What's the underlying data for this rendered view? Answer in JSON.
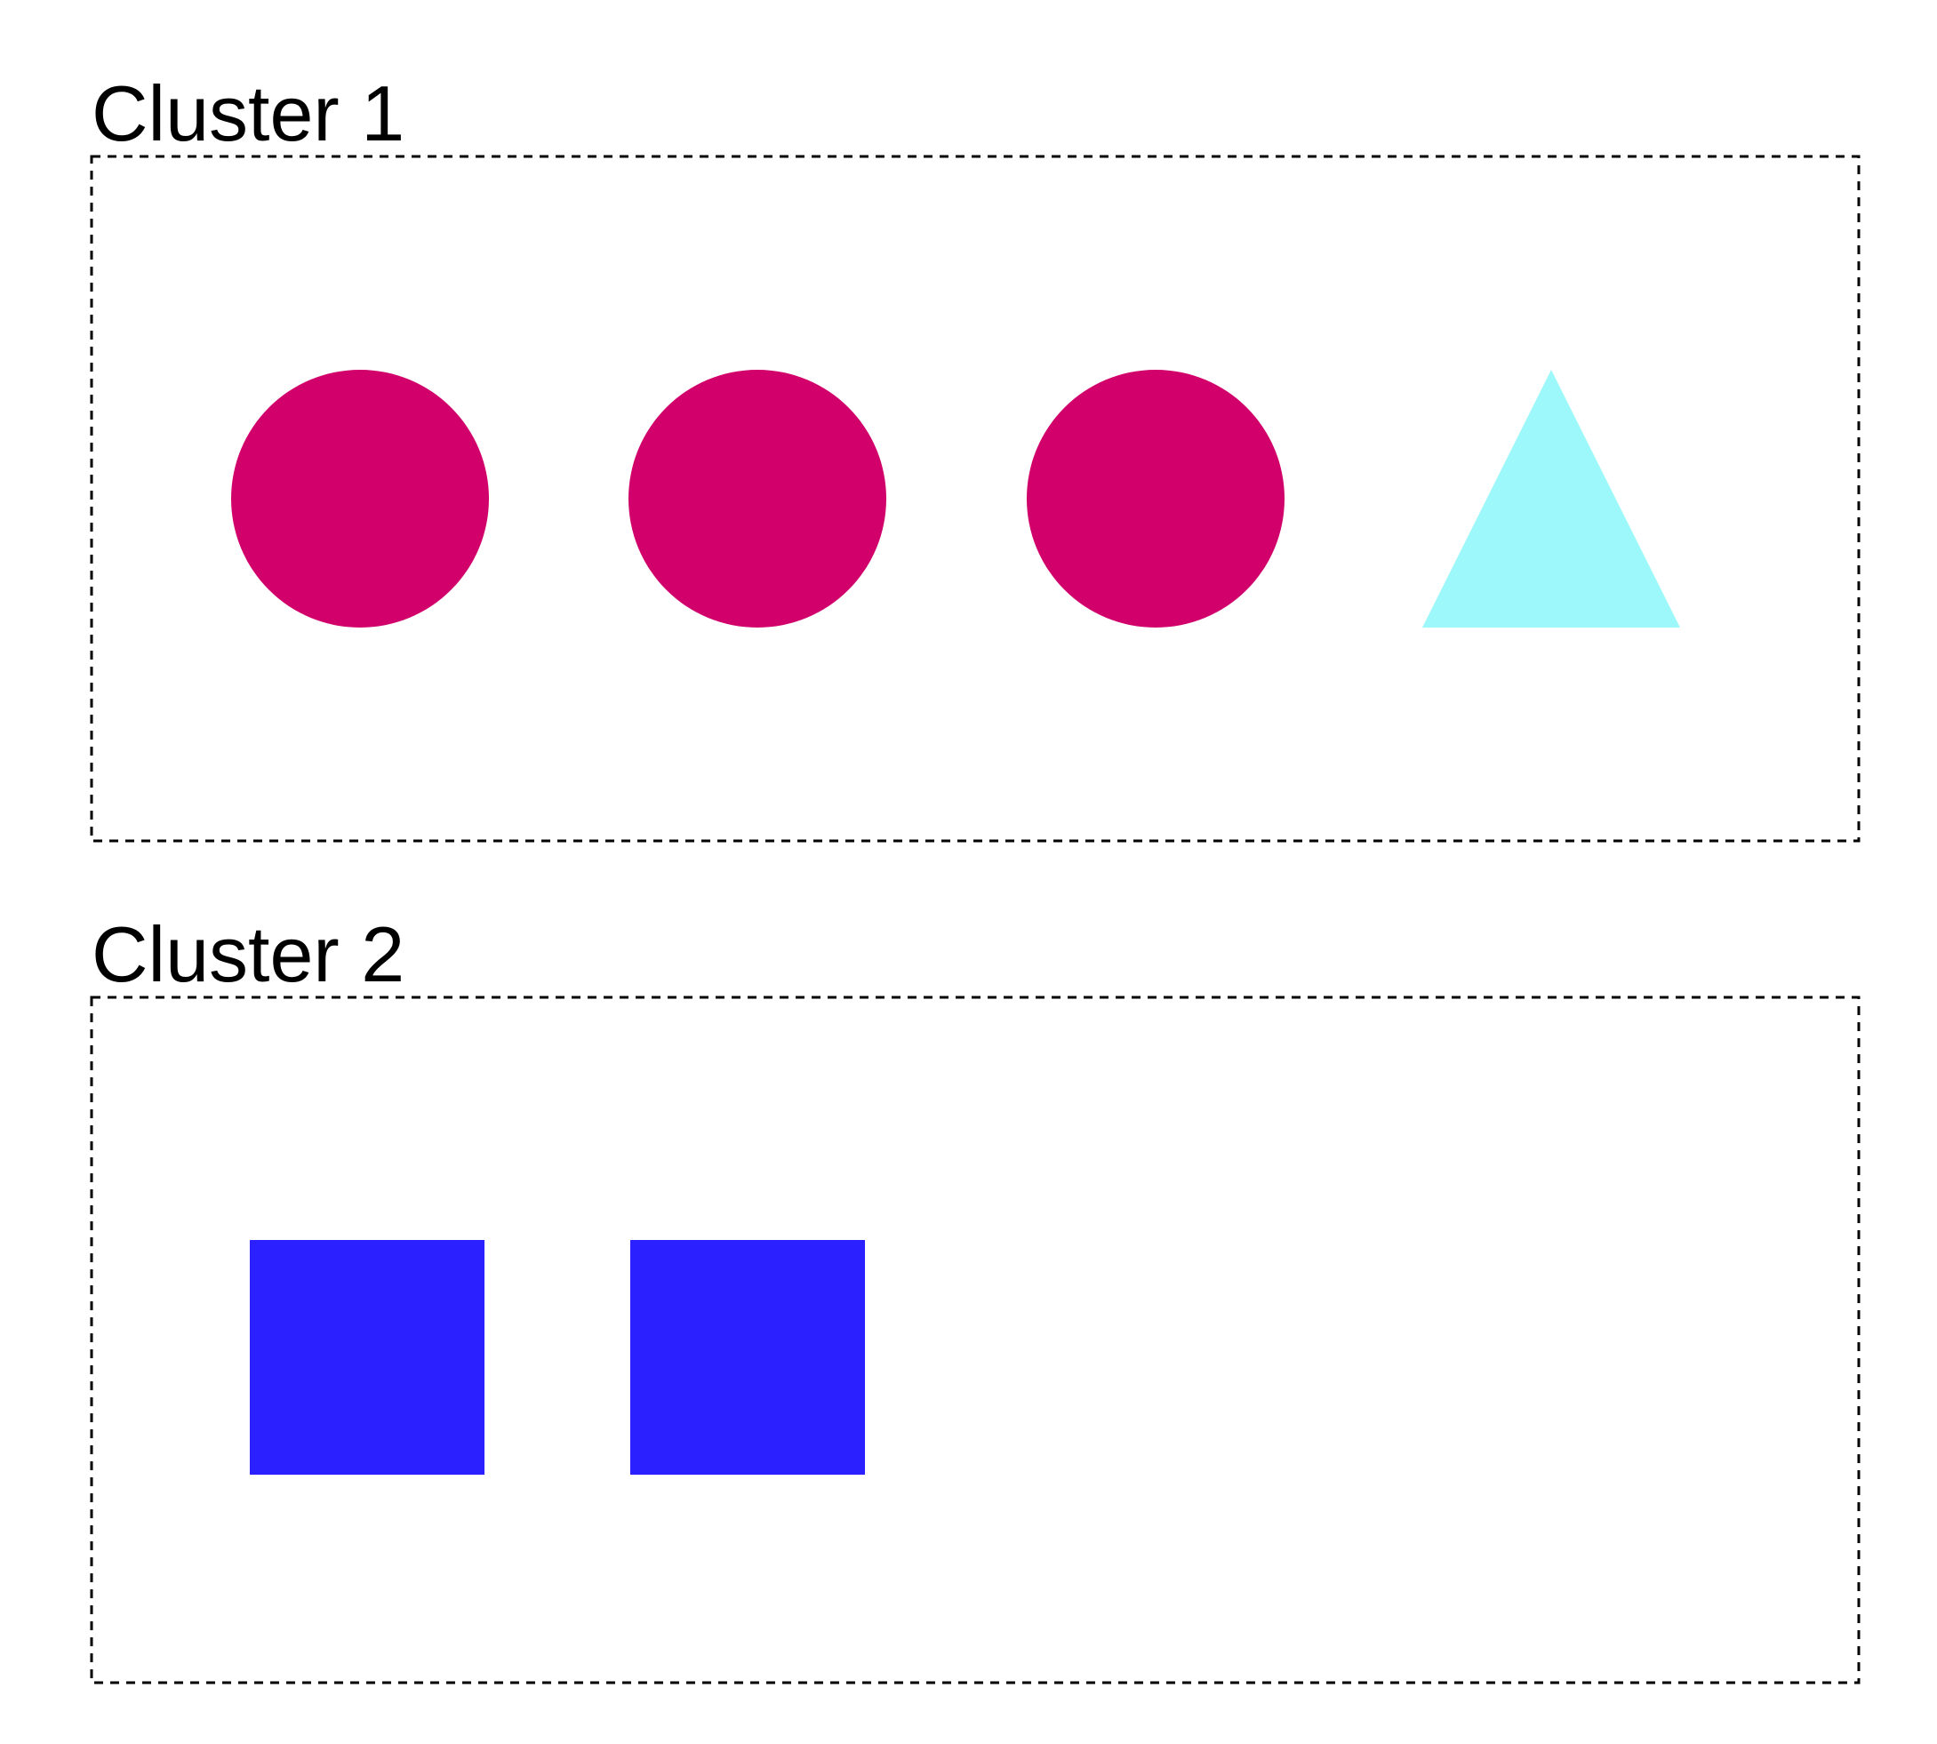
{
  "colors": {
    "circle": "#D1006B",
    "triangle": "#9CF8FA",
    "square": "#2B20FF",
    "border": "#000000",
    "background": "#FFFFFF"
  },
  "clusters": [
    {
      "label": "Cluster 1",
      "shapes": [
        "circle",
        "circle",
        "circle",
        "triangle"
      ]
    },
    {
      "label": "Cluster 2",
      "shapes": [
        "square",
        "square"
      ]
    }
  ]
}
